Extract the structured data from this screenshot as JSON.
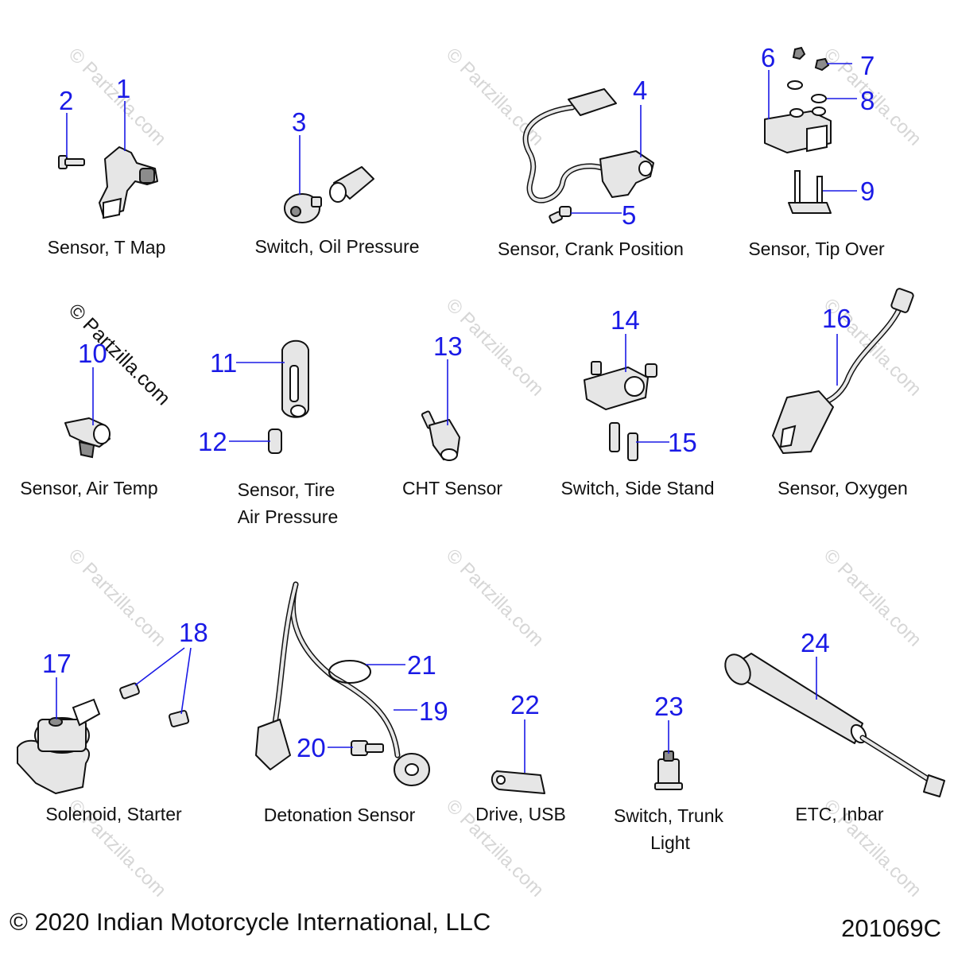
{
  "callouts": [
    "1",
    "2",
    "3",
    "4",
    "5",
    "6",
    "7",
    "8",
    "9",
    "10",
    "11",
    "12",
    "13",
    "14",
    "15",
    "16",
    "17",
    "18",
    "19",
    "20",
    "21",
    "22",
    "23",
    "24"
  ],
  "captions": {
    "t_map": "Sensor, T Map",
    "oil_pressure": "Switch, Oil Pressure",
    "crank_position": "Sensor, Crank Position",
    "tip_over": "Sensor, Tip Over",
    "air_temp": "Sensor, Air Temp",
    "tire_pressure_1": "Sensor, Tire",
    "tire_pressure_2": "Air Pressure",
    "cht": "CHT Sensor",
    "side_stand": "Switch, Side Stand",
    "oxygen": "Sensor, Oxygen",
    "starter": "Solenoid, Starter",
    "detonation": "Detonation Sensor",
    "usb": "Drive, USB",
    "trunk_light_1": "Switch, Trunk",
    "trunk_light_2": "Light",
    "etc": "ETC, Inbar"
  },
  "watermark": "© Partzilla.com",
  "footer": {
    "copyright": "© 2020 Indian Motorcycle International, LLC",
    "diagram_id": "201069C"
  }
}
